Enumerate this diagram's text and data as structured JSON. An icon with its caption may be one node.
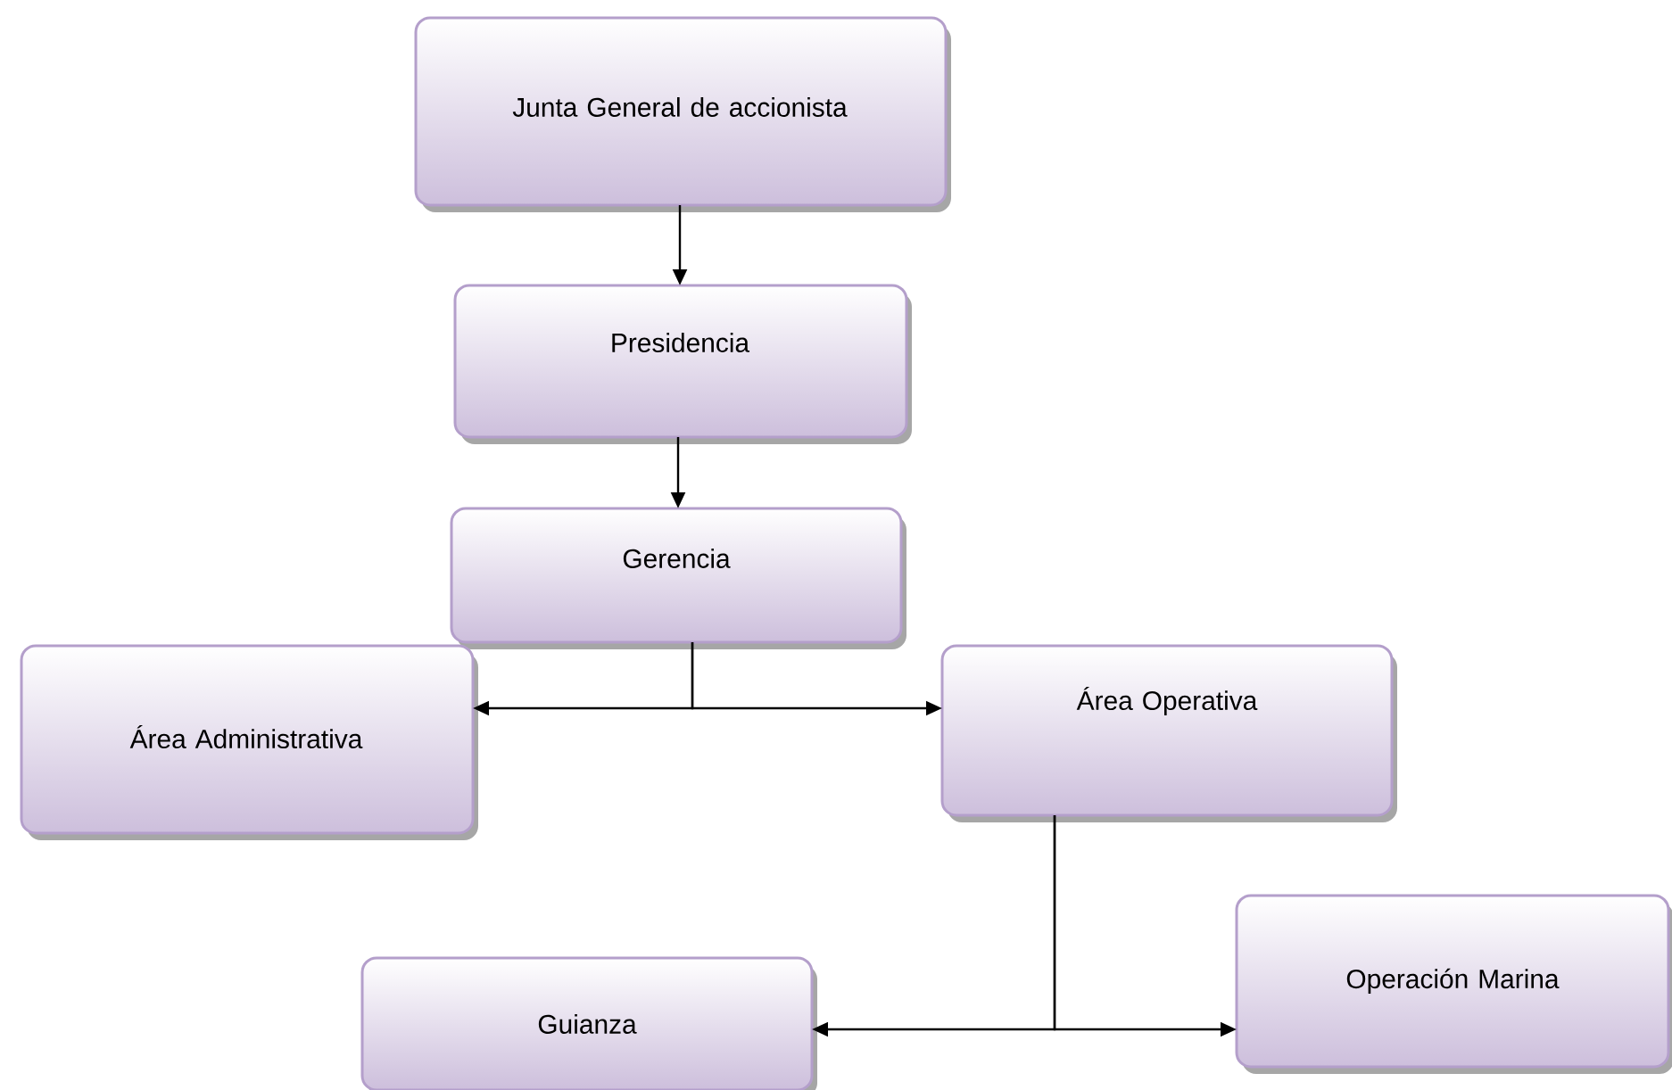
{
  "diagram": {
    "nodes": [
      {
        "text": [
          "Junta General de accionista"
        ]
      },
      {
        "text": [
          "Presidencia"
        ]
      },
      {
        "text": [
          "Gerencia"
        ]
      },
      {
        "text": [
          "Área Administrativa"
        ]
      },
      {
        "text": [
          "Área Operativa"
        ]
      },
      {
        "text": [
          "Guianza"
        ]
      },
      {
        "text": [
          "Operación Marina"
        ]
      }
    ],
    "edges": [
      {
        "from": 0,
        "to": 1,
        "arrow": "to"
      },
      {
        "from": 1,
        "to": 2,
        "arrow": "to"
      },
      {
        "from": 2,
        "to": 3,
        "arrow": "to"
      },
      {
        "from": 2,
        "to": 4,
        "arrow": "to"
      },
      {
        "from": 4,
        "to": 5,
        "arrow": "to"
      },
      {
        "from": 4,
        "to": 6,
        "arrow": "to"
      }
    ]
  }
}
